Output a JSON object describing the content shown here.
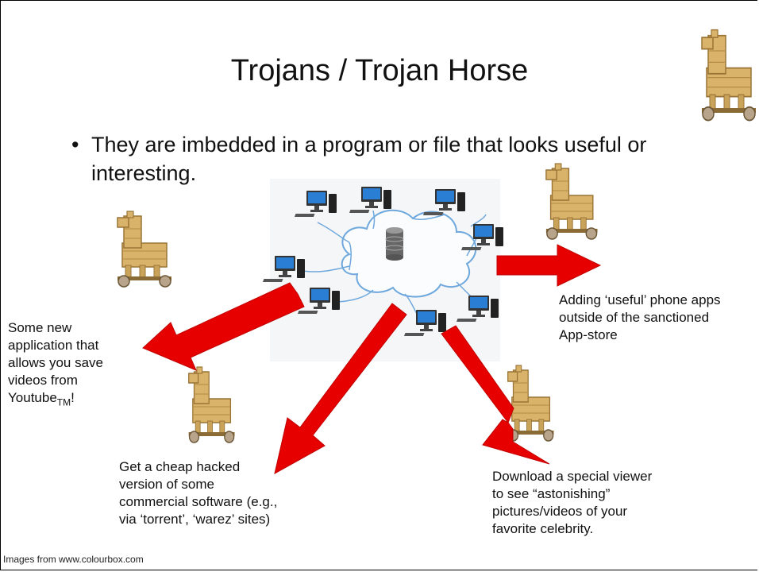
{
  "slide": {
    "title": "Trojans / Trojan Horse",
    "bullet_marker": "•",
    "bullet_text": "They are imbedded in a  program or file that looks useful or interesting.",
    "labels": {
      "youtube_a": "Some new",
      "youtube_b": "application that",
      "youtube_c": "allows you save",
      "youtube_d": "videos from",
      "youtube_e": "Youtube",
      "youtube_tm": "TM",
      "youtube_f": "!",
      "apps_a": "Adding ‘useful’ phone apps",
      "apps_b": "outside of the sanctioned",
      "apps_c": "App-store",
      "hacked_a": "Get a cheap hacked",
      "hacked_b": "version of some",
      "hacked_c": "commercial software (e.g.,",
      "hacked_d": "via ‘torrent’, ‘warez’ sites)",
      "viewer_a": "Download a special viewer",
      "viewer_b": "to see “astonishing”",
      "viewer_c": "pictures/videos of your",
      "viewer_d": "favorite celebrity."
    },
    "credit": "Images from www.colourbox.com"
  },
  "colors": {
    "arrow": "#e60000",
    "wood": "#d9b36a",
    "cloud_stroke": "#6fa8dc",
    "screen": "#2a7fd4"
  },
  "icons": [
    "trojan-horse-icon",
    "computer-icon",
    "database-icon",
    "cloud-icon"
  ]
}
